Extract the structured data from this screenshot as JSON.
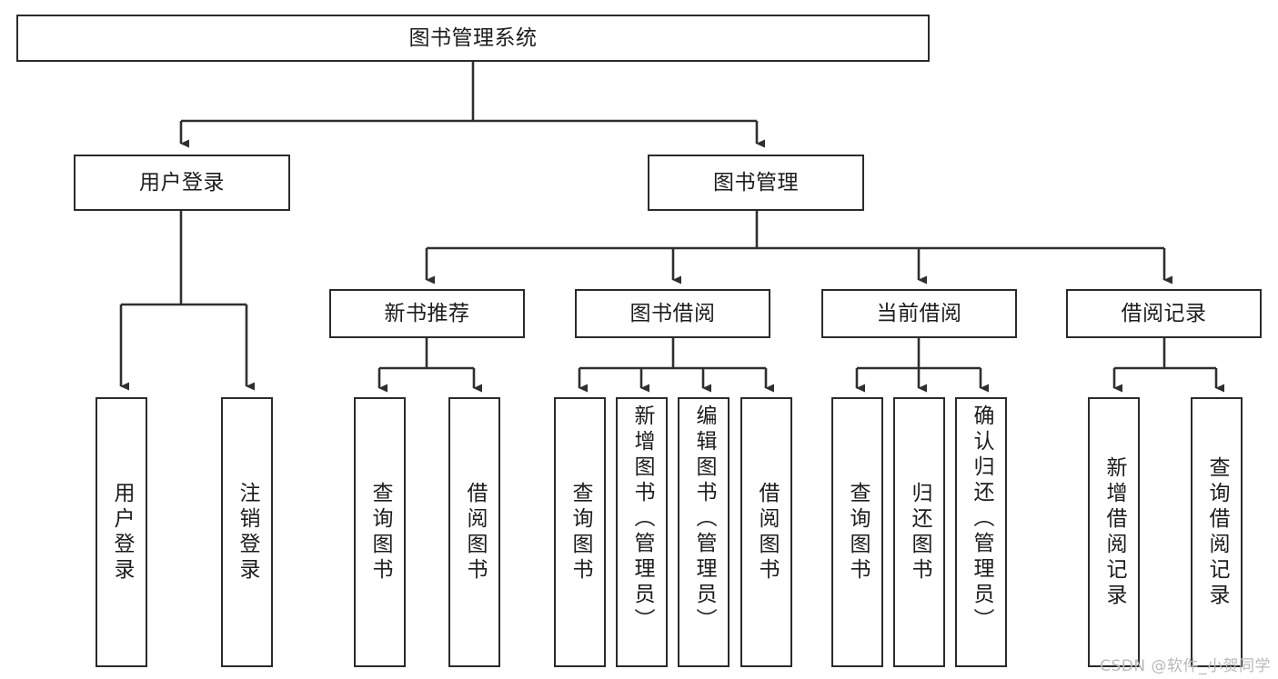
{
  "diagram": {
    "title": "图书管理系统",
    "type": "hierarchy-tree",
    "watermark": "CSDN @软件_小贺同学",
    "colors": {
      "box_border": "#2b2b2b",
      "box_fill": "#ffffff",
      "connector": "#333333",
      "text": "#1c1c1c",
      "watermark": "#b9b9b9"
    },
    "levels": {
      "root": {
        "label": "图书管理系统"
      },
      "level2": [
        {
          "label": "用户登录"
        },
        {
          "label": "图书管理"
        }
      ],
      "level3": [
        {
          "label": "新书推荐"
        },
        {
          "label": "图书借阅"
        },
        {
          "label": "当前借阅"
        },
        {
          "label": "借阅记录"
        }
      ]
    },
    "leaves": {
      "user_login": [
        {
          "label": "用户登录"
        },
        {
          "label": "注销登录"
        }
      ],
      "new_book_recommend": [
        {
          "label": "查询图书"
        },
        {
          "label": "借阅图书"
        }
      ],
      "book_borrow": [
        {
          "label": "查询图书"
        },
        {
          "label": "新增图书（管理员）"
        },
        {
          "label": "编辑图书（管理员）"
        },
        {
          "label": "借阅图书"
        }
      ],
      "current_borrow": [
        {
          "label": "查询图书"
        },
        {
          "label": "归还图书"
        },
        {
          "label": "确认归还（管理员）"
        }
      ],
      "borrow_record": [
        {
          "label": "新增借阅记录"
        },
        {
          "label": "查询借阅记录"
        }
      ]
    }
  }
}
